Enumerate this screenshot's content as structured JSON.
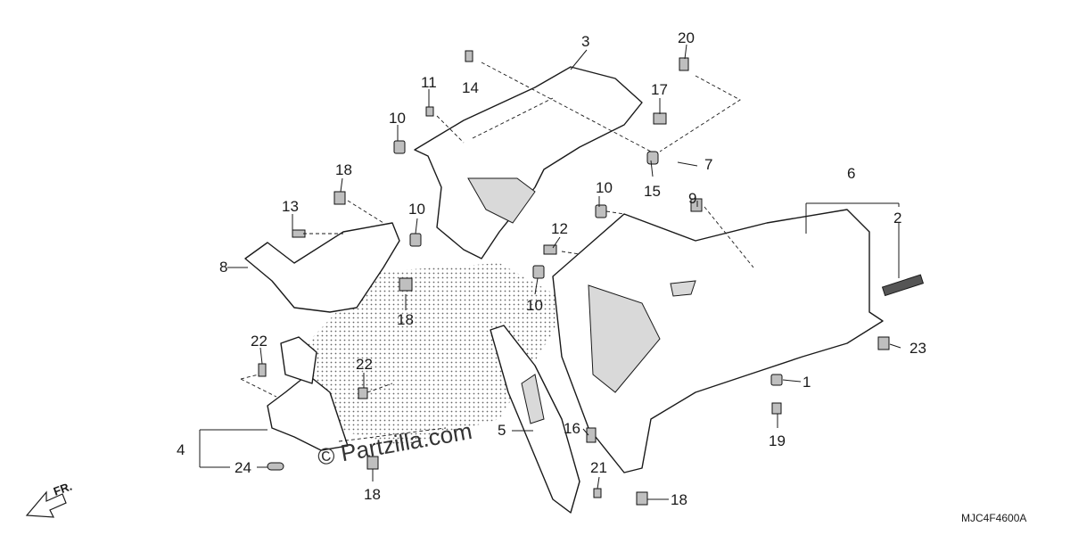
{
  "diagram": {
    "callouts": {
      "c1": "1",
      "c2": "2",
      "c3": "3",
      "c4": "4",
      "c5": "5",
      "c6": "6",
      "c7": "7",
      "c8": "8",
      "c9": "9",
      "c10a": "10",
      "c10b": "10",
      "c10c": "10",
      "c10d": "10",
      "c11": "11",
      "c12": "12",
      "c13": "13",
      "c14": "14",
      "c15": "15",
      "c16": "16",
      "c17": "17",
      "c18a": "18",
      "c18b": "18",
      "c18c": "18",
      "c18d": "18",
      "c19": "19",
      "c20": "20",
      "c21": "21",
      "c22a": "22",
      "c22b": "22",
      "c23": "23",
      "c24": "24"
    },
    "watermark": "© Partzilla.com",
    "diagram_code": "MJC4F4600A",
    "front_marker": "FR."
  }
}
